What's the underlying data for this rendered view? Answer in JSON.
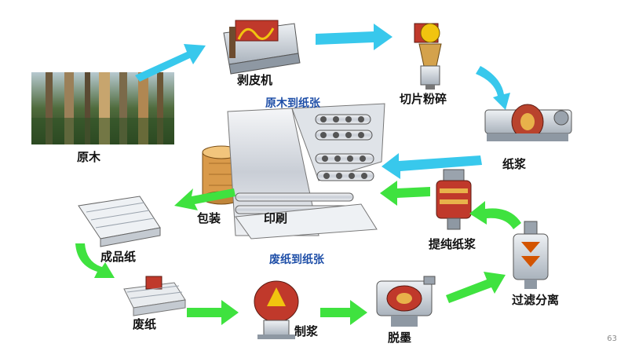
{
  "diagram": {
    "title_top": "原木到纸张",
    "title_bottom": "废纸到纸张",
    "labels": {
      "log": "原木",
      "debarker": "剥皮机",
      "chipper": "切片粉碎",
      "pulp": "纸浆",
      "refined_pulp": "提纯纸浆",
      "filter": "过滤分离",
      "deink": "脱墨",
      "pulping": "制浆",
      "waste_paper": "废纸",
      "finished_paper": "成品纸",
      "packaging": "包装",
      "printing": "印刷"
    },
    "colors": {
      "cyan_arrow": "#38c8ec",
      "green_arrow": "#3fe23f",
      "title_blue": "#1f4fa8"
    },
    "page_number": "63"
  }
}
